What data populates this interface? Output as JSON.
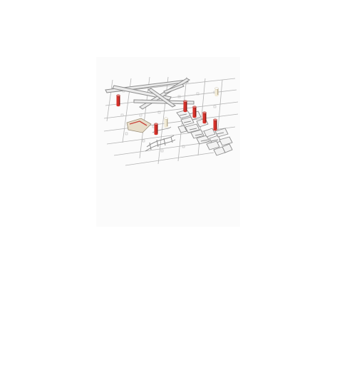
{
  "colors": {
    "page_background": "#ffffff",
    "panel_background": "#fbfbfb",
    "grid_line": "#b4b4b4",
    "structure_stroke": "#8e8e8e",
    "structure_fill": "#ebebeb",
    "cluster_fill": "#f3f3f3",
    "column_red": "#d5322b",
    "column_red_dark": "#8e1a15",
    "column_cream": "#f1ead6",
    "column_cream_dark": "#b9ae92",
    "sand_base": "#e7ddc9",
    "accent_red": "#c9463d"
  },
  "icons": {
    "cut_marks": "crossing-lines-icon",
    "red_column": "red-cylinder-icon",
    "cream_column": "cream-cylinder-icon",
    "building_cluster": "building-cluster-icon",
    "curved_bridge": "curved-path-icon"
  },
  "columns": [
    {
      "id": "c1",
      "color": "red"
    },
    {
      "id": "c2",
      "color": "red"
    },
    {
      "id": "c3",
      "color": "red"
    },
    {
      "id": "c4",
      "color": "red"
    },
    {
      "id": "c5",
      "color": "red"
    },
    {
      "id": "c6",
      "color": "red"
    },
    {
      "id": "c7",
      "color": "cream"
    },
    {
      "id": "c8",
      "color": "cream"
    }
  ]
}
